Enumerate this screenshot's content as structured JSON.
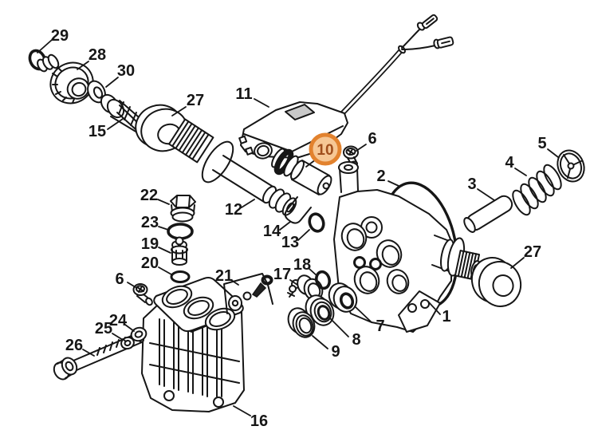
{
  "diagram": {
    "background_color": "#ffffff",
    "line_color": "#161616",
    "label_color": "#161616",
    "highlight": {
      "ring_color": "#e2822e",
      "fill_color": "#f6c795",
      "text_color": "#a04e1c"
    },
    "callouts": [
      {
        "label": "29"
      },
      {
        "label": "28"
      },
      {
        "label": "30"
      },
      {
        "label": "15"
      },
      {
        "label": "27"
      },
      {
        "label": "11"
      },
      {
        "label": "10",
        "highlighted": true
      },
      {
        "label": "6"
      },
      {
        "label": "2"
      },
      {
        "label": "3"
      },
      {
        "label": "4"
      },
      {
        "label": "5"
      },
      {
        "label": "27"
      },
      {
        "label": "1"
      },
      {
        "label": "22"
      },
      {
        "label": "23"
      },
      {
        "label": "19"
      },
      {
        "label": "20"
      },
      {
        "label": "12"
      },
      {
        "label": "14"
      },
      {
        "label": "13"
      },
      {
        "label": "18"
      },
      {
        "label": "17"
      },
      {
        "label": "21"
      },
      {
        "label": "6"
      },
      {
        "label": "24"
      },
      {
        "label": "25"
      },
      {
        "label": "26"
      },
      {
        "label": "16"
      },
      {
        "label": "9"
      },
      {
        "label": "8"
      },
      {
        "label": "7"
      }
    ]
  }
}
